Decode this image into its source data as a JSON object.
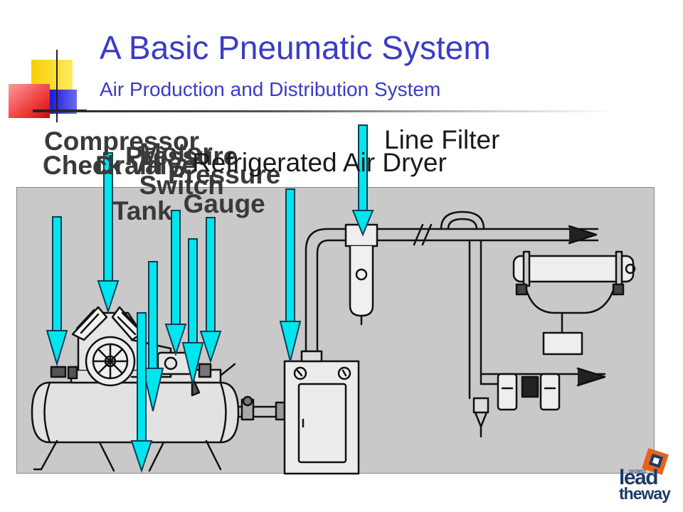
{
  "header": {
    "title": "A Basic Pneumatic System",
    "subtitle": "Air Production and Distribution System"
  },
  "labels": {
    "compressor": "Compressor",
    "check_valve": "Check Valve",
    "motor": "Motor",
    "drain": "Drain",
    "pressure_switch": "Pressure\nSwitch",
    "tank": "Tank",
    "pressure_gauge": "Pressure\nGauge",
    "air_dryer": "Refrigerated Air Dryer",
    "line_filter": "Line Filter"
  },
  "logo": {
    "project": "project",
    "line1": "lead",
    "line2": "theway"
  },
  "colors": {
    "title": "#3b3bc7",
    "arrow": "#00e5ee",
    "panel": "#c9c9c9"
  }
}
